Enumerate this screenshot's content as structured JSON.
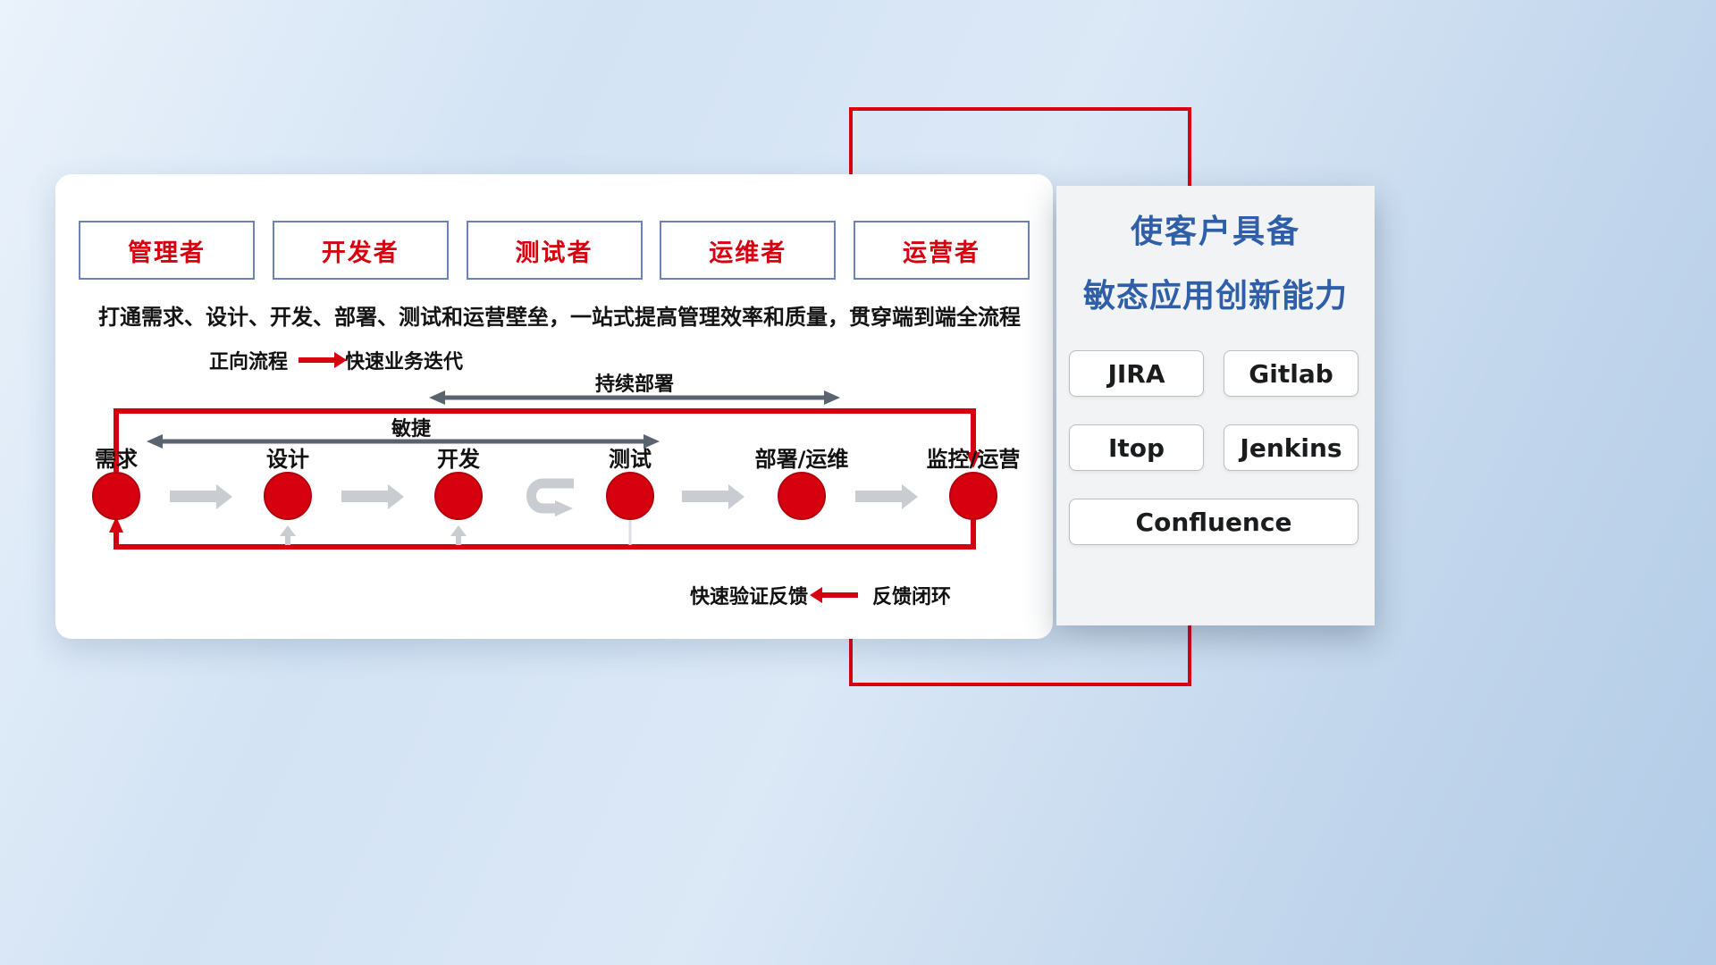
{
  "roles": [
    "管理者",
    "开发者",
    "测试者",
    "运维者",
    "运营者"
  ],
  "subtitle": "打通需求、设计、开发、部署、测试和运营壁垒，一站式提高管理效率和质量，贯穿端到端全流程",
  "legend": {
    "forward_label": "正向流程",
    "forward_desc": "快速业务迭代",
    "feedback_desc": "快速验证反馈",
    "feedback_label": "反馈闭环"
  },
  "flow": {
    "agile_label": "敏捷",
    "cd_label": "持续部署",
    "nodes": [
      "需求",
      "设计",
      "开发",
      "测试",
      "部署/运维",
      "监控/运营"
    ]
  },
  "right_panel": {
    "title_line1": "使客户具备",
    "title_line2": "敏态应用创新能力",
    "tools": [
      "JIRA",
      "Gitlab",
      "Itop",
      "Jenkins",
      "Confluence"
    ]
  },
  "colors": {
    "accent_red": "#d7000f",
    "title_blue": "#2e5fa8",
    "dark_arrow": "#59646f",
    "gray_arrow": "#c9cdd1"
  }
}
